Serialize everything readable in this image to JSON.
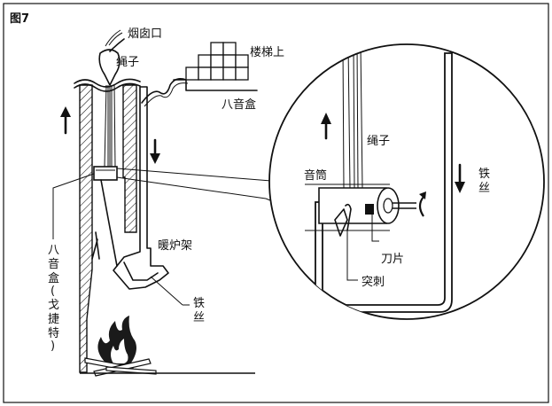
{
  "figure": {
    "title": "图7",
    "labels": {
      "chimney_mouth": "烟囱口",
      "rope_left": "绳子",
      "stairs_up": "楼梯上",
      "music_box_top": "八音盒",
      "stove_rack": "暖炉架",
      "wire_left": [
        "铁",
        "丝"
      ],
      "music_box_vertical": [
        "八",
        "音",
        "盒",
        "(",
        "戈",
        "捷",
        "特",
        ")"
      ],
      "rope_zoom": "绳子",
      "cylinder": "音筒",
      "wire_zoom": [
        "铁",
        "丝"
      ],
      "blade": "刀片",
      "spike": "突刺"
    }
  }
}
